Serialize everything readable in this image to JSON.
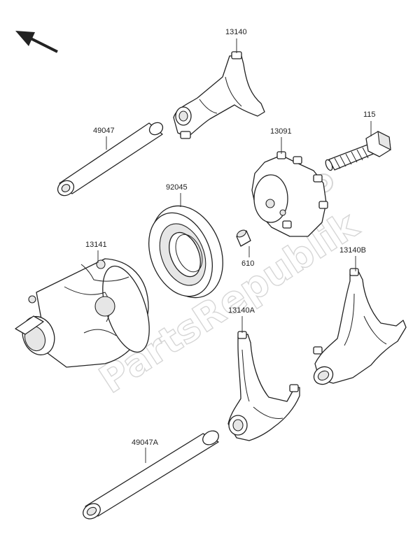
{
  "watermark": "PartsRepublik",
  "orientation_icon": "arrow-up-left-icon",
  "callouts": [
    {
      "id": "13140",
      "label": "13140"
    },
    {
      "id": "49047",
      "label": "49047"
    },
    {
      "id": "115",
      "label": "115"
    },
    {
      "id": "13091",
      "label": "13091"
    },
    {
      "id": "92045",
      "label": "92045"
    },
    {
      "id": "13141",
      "label": "13141"
    },
    {
      "id": "610",
      "label": "610"
    },
    {
      "id": "13140B",
      "label": "13140B"
    },
    {
      "id": "13140A",
      "label": "13140A"
    },
    {
      "id": "49047A",
      "label": "49047A"
    }
  ]
}
